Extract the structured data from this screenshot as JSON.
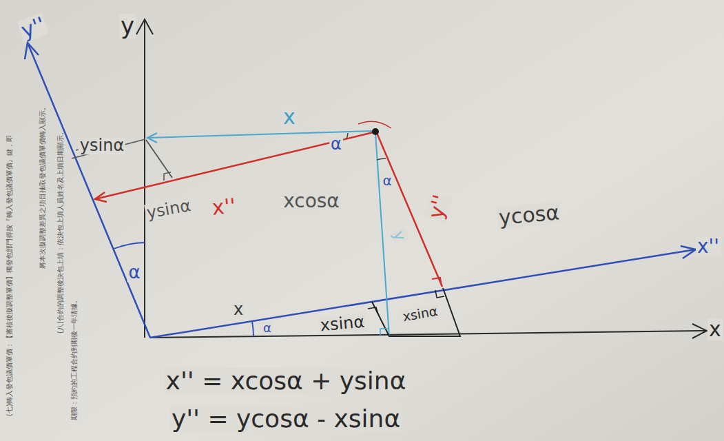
{
  "diagram": {
    "labels": [
      "y''",
      "y",
      "x",
      "ysinα",
      "α",
      "x''",
      "xcosα",
      "ysinα",
      "α",
      "y''",
      "ycosα",
      "y",
      "x''",
      "α",
      "x",
      "α",
      "xsinα",
      "xsinα",
      "x",
      "x'' = xcosα + ysinα",
      "y'' = ycosα - xsinα",
      "(七)轉入發包議價單價：【審核後擬調整單價】獨發包部門得按『轉入發包議價單價』鍵，即",
      "將本次擬調整差異之項目抽取發包議價單價轉入顯示。",
      "(八)合約的調整後決包上填：依決包上填人員姓名及上填日期顯示。",
      "期限：預約的工程合約到期後一年清據。"
    ]
  }
}
